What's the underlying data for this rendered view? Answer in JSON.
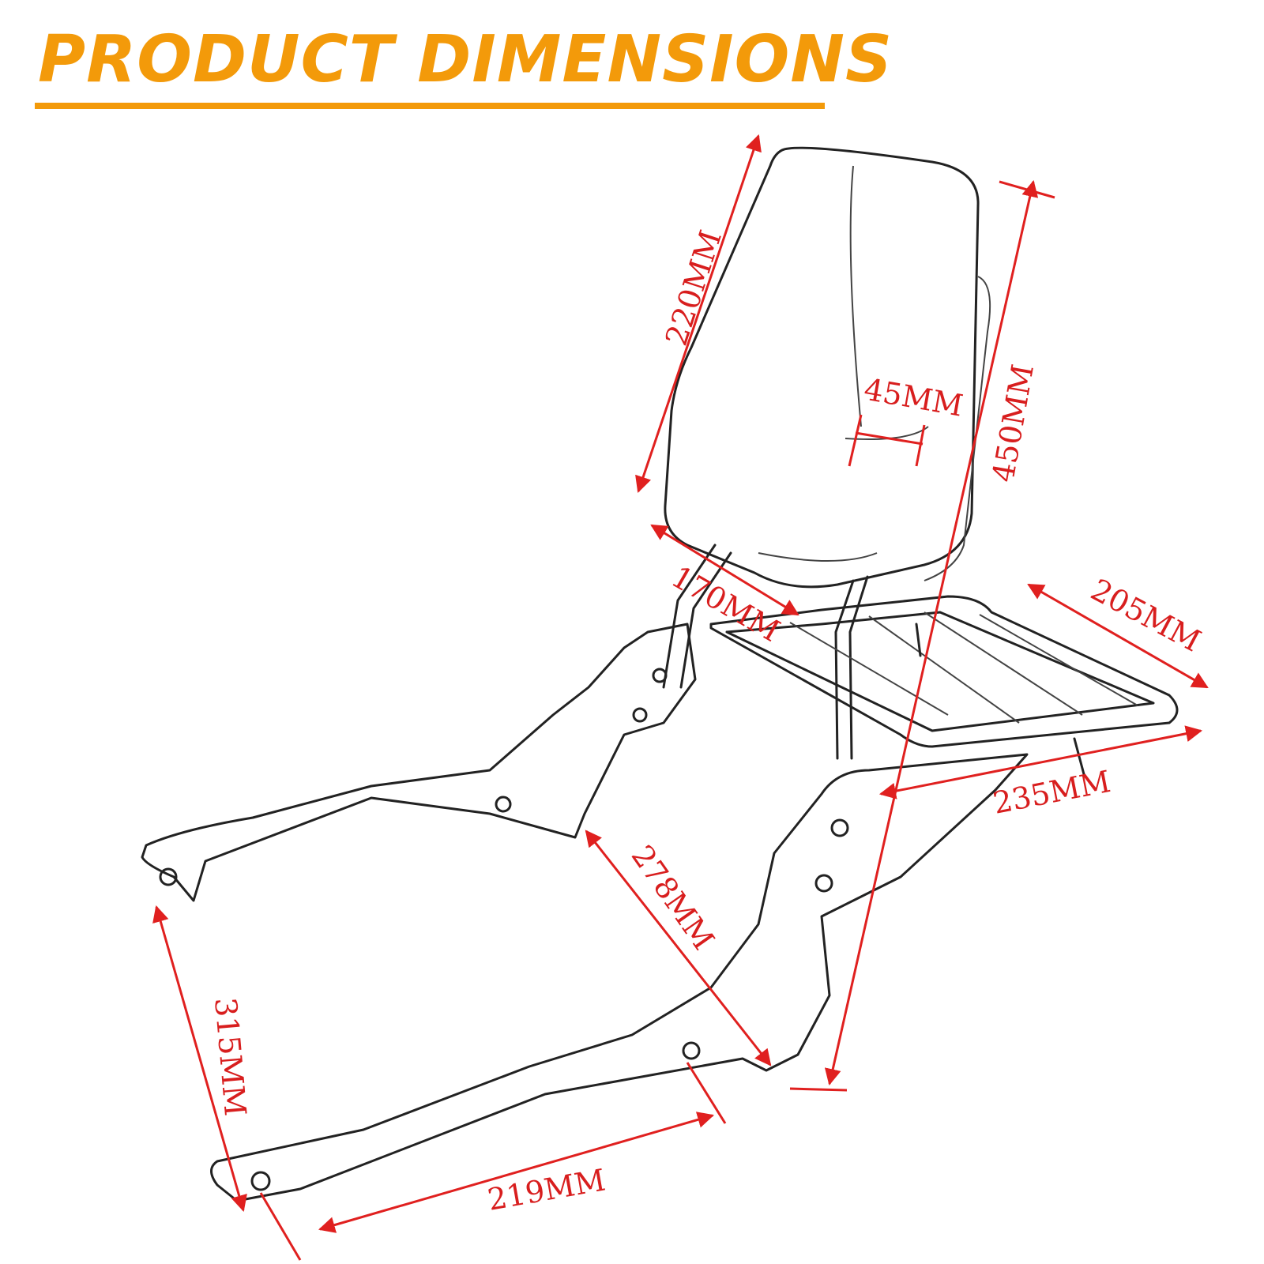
{
  "header": {
    "title": "PRODUCT DIMENSIONS",
    "accent_color": "#f39a0a"
  },
  "dimension_color": "#e0201f",
  "dimensions": {
    "pad_height": "220MM",
    "pad_thickness": "45MM",
    "overall_height": "450MM",
    "pad_width": "170MM",
    "rack_width": "205MM",
    "rack_length": "235MM",
    "strut_length": "278MM",
    "mount_spacing": "315MM",
    "bracket_length": "219MM"
  }
}
